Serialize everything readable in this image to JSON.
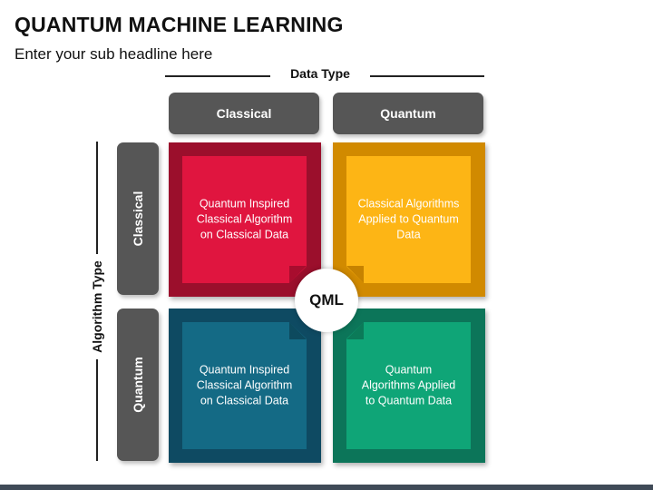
{
  "title": "QUANTUM MACHINE LEARNING",
  "subtitle": "Enter your sub headline here",
  "axes": {
    "top_label": "Data Type",
    "left_label": "Algorithm Type"
  },
  "columns": [
    "Classical",
    "Quantum"
  ],
  "rows": [
    "Classical",
    "Quantum"
  ],
  "center_label": "QML",
  "quadrants": {
    "top_left": {
      "text": "Quantum Inspired Classical Algorithm on Classical Data",
      "outer": "#9b0f2c",
      "inner": "#e0153f",
      "fold": "#a80d2e"
    },
    "top_right": {
      "text": "Classical Algorithms Applied to Quantum Data",
      "outer": "#d18a00",
      "inner": "#fdb515",
      "fold": "#c68200"
    },
    "bottom_left": {
      "text": "Quantum Inspired Classical Algorithm on Classical Data",
      "outer": "#0e4a62",
      "inner": "#146a85",
      "fold": "#0d4a5e"
    },
    "bottom_right": {
      "text": "Quantum Algorithms Applied to Quantum Data",
      "outer": "#0c7559",
      "inner": "#0fa577",
      "fold": "#0b7a58"
    }
  },
  "colors": {
    "header_gray": "#565656",
    "bottom_bar": "#3f4a57"
  }
}
